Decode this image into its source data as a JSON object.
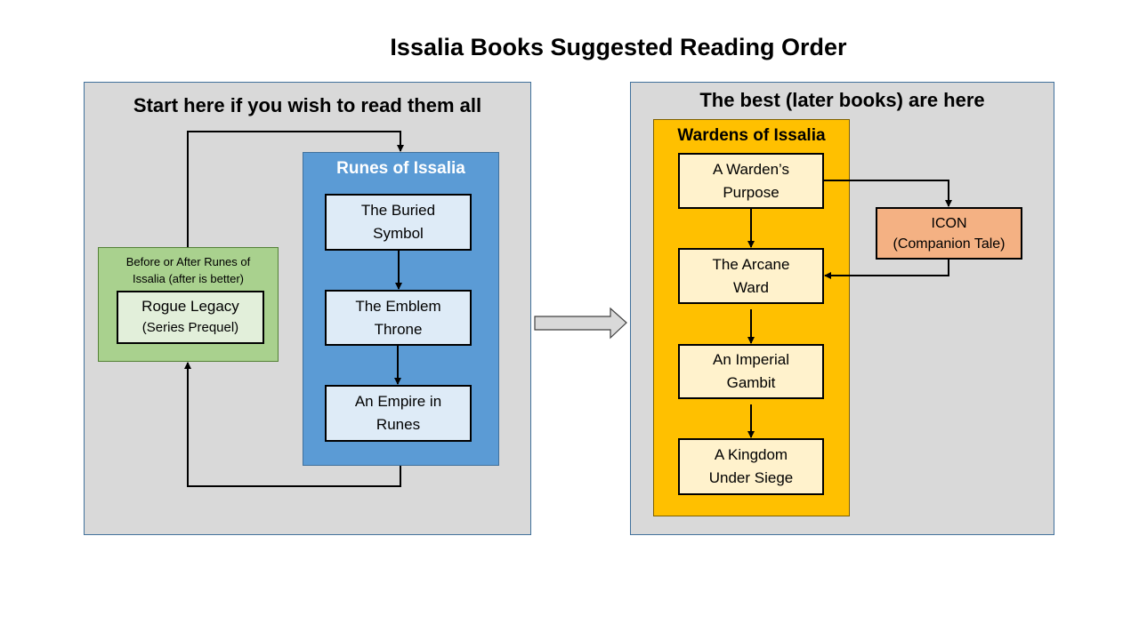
{
  "title": "Issalia Books Suggested Reading Order",
  "left_panel": {
    "heading": "Start here if you wish to read them all",
    "runes_group": {
      "title": "Runes of Issalia",
      "books": [
        {
          "line1": "The Buried",
          "line2": "Symbol"
        },
        {
          "line1": "The Emblem",
          "line2": "Throne"
        },
        {
          "line1": "An Empire in",
          "line2": "Runes"
        }
      ]
    },
    "prequel_group": {
      "note_line1": "Before or After Runes of",
      "note_line2": "Issalia (after is better)",
      "book": {
        "line1": "Rogue Legacy",
        "line2": "(Series Prequel)"
      }
    }
  },
  "transition_arrow": "block-arrow-right",
  "right_panel": {
    "heading": "The best (later books) are here",
    "wardens_group": {
      "title": "Wardens of Issalia",
      "books": [
        {
          "line1": "A Warden’s",
          "line2": "Purpose"
        },
        {
          "line1": "The Arcane",
          "line2": "Ward"
        },
        {
          "line1": "An Imperial",
          "line2": "Gambit"
        },
        {
          "line1": "A Kingdom",
          "line2": "Under Siege"
        }
      ]
    },
    "companion": {
      "line1": "ICON",
      "line2": "(Companion Tale)"
    }
  },
  "colors": {
    "panel_bg": "#d9d9d9",
    "runes_group": "#5b9bd5",
    "prequel_group": "#a9d18e",
    "wardens_group": "#ffc000",
    "companion_box": "#f4b183"
  }
}
